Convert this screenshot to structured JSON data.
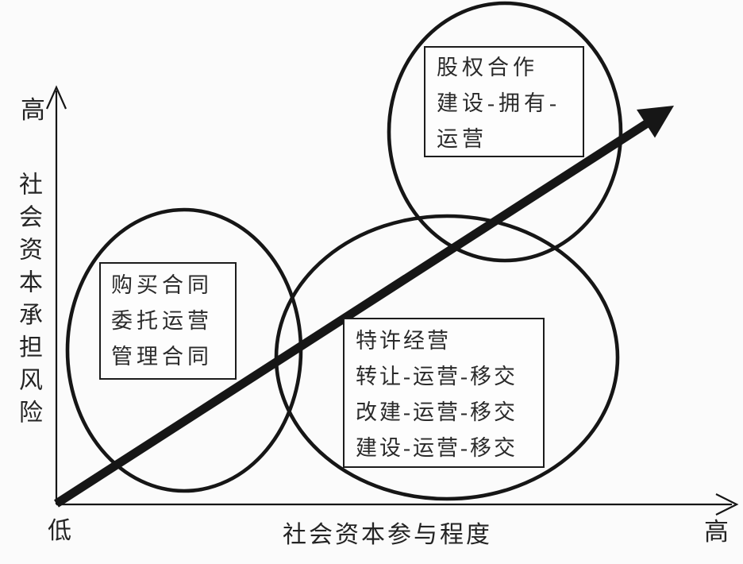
{
  "colors": {
    "background": "#fbfbfb",
    "line": "#161616",
    "box_border": "#1c1c1c",
    "box_fill": "#fdfdfd",
    "text": "#262626"
  },
  "y_axis": {
    "high_label": "高",
    "title": "社会资本承担风险"
  },
  "x_axis": {
    "low_label": "低",
    "title": "社会资本参与程度",
    "high_label": "高"
  },
  "boxes": [
    {
      "name": "service-contracts",
      "lines": [
        "购买合同",
        "委托运营",
        "管理合同"
      ]
    },
    {
      "name": "franchise-modes",
      "lines": [
        "特许经营",
        "转让-运营-移交",
        "改建-运营-移交",
        "建设-运营-移交"
      ]
    },
    {
      "name": "equity-cooperation",
      "lines": [
        "股权合作",
        "建设-拥有-",
        "运营"
      ]
    }
  ]
}
